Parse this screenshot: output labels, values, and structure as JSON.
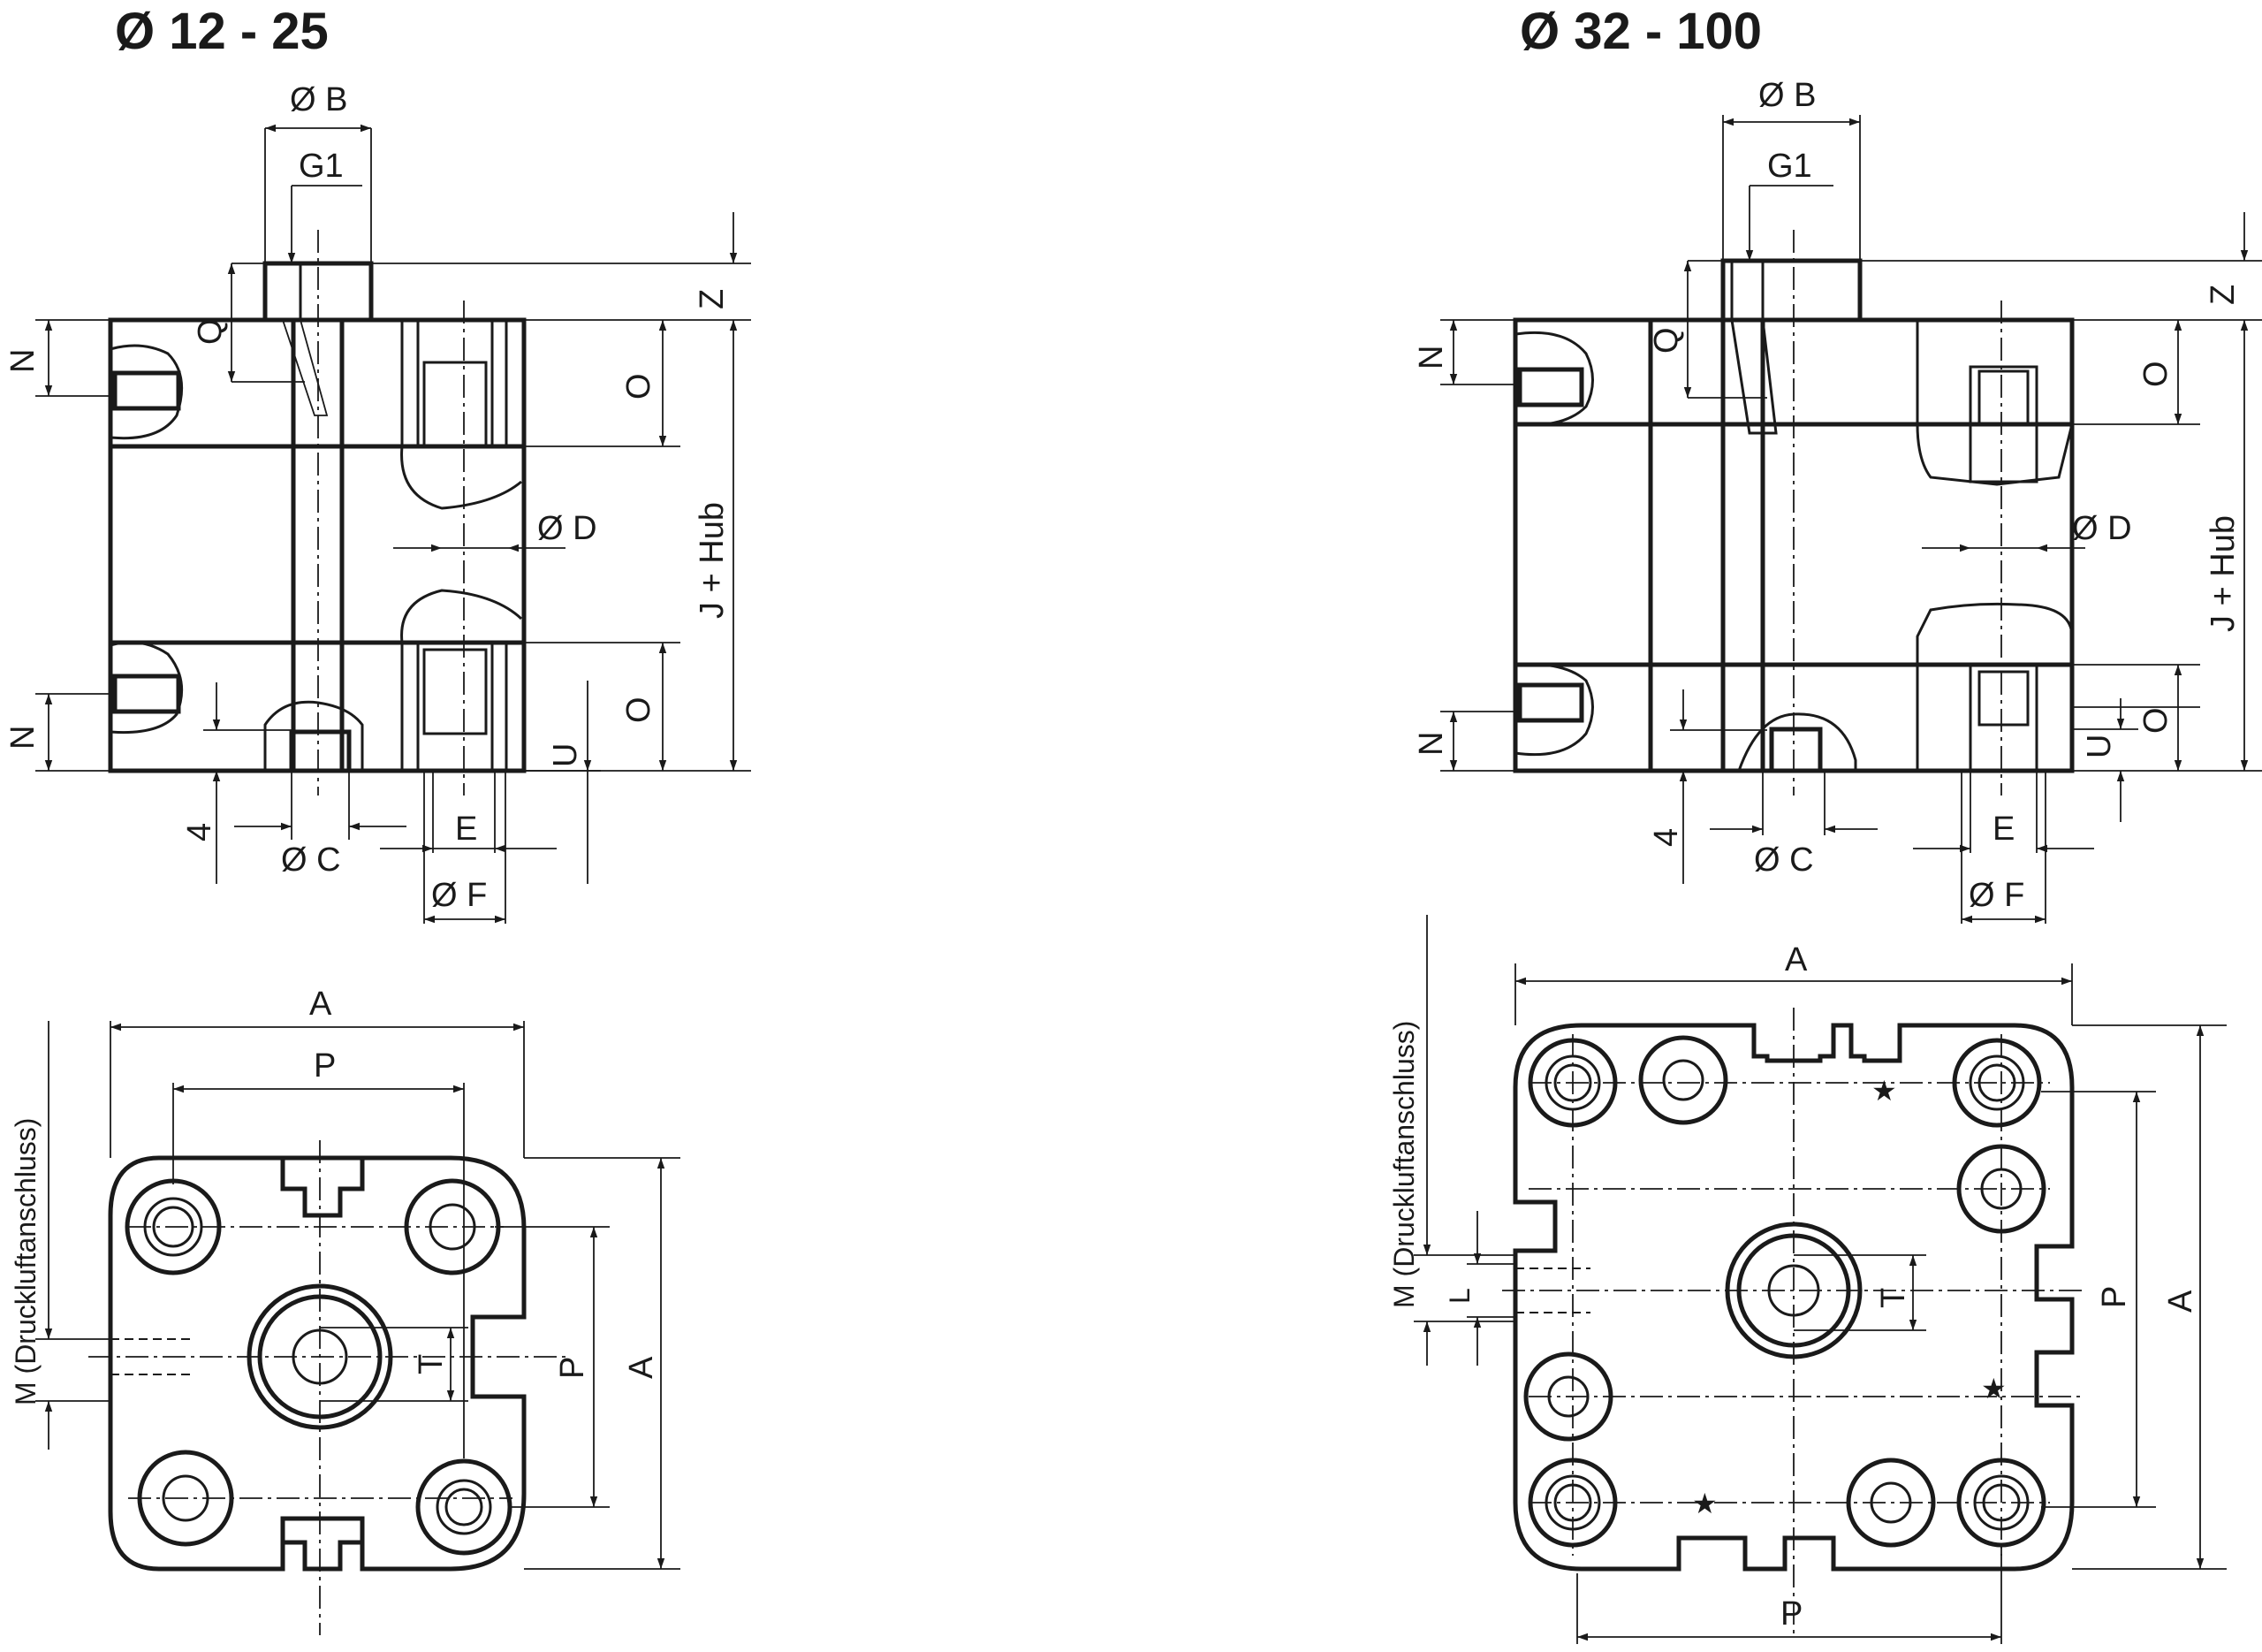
{
  "titles": {
    "left": "Ø 12 - 25",
    "right": "Ø 32 - 100"
  },
  "dims": {
    "dia_b": "Ø B",
    "g1": "G1",
    "q": "Q",
    "z": "Z",
    "n": "N",
    "o": "O",
    "j_hub": "J + Hub",
    "dia_d": "Ø D",
    "u": "U",
    "four": "4",
    "dia_c": "Ø C",
    "e": "E",
    "dia_f": "Ø F",
    "a": "A",
    "p": "P",
    "t": "T",
    "l": "L",
    "m_label": "M (Druckluftanschluss)",
    "star": "★"
  }
}
